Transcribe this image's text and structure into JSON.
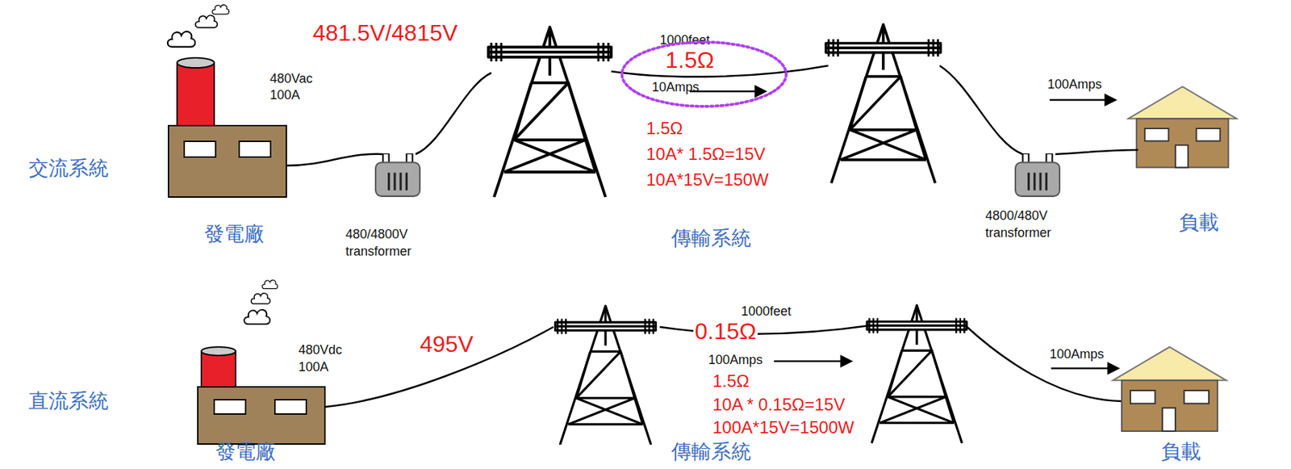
{
  "diagram": {
    "nodes": [
      {
        "text": [
          "1.5Ω",
          "10Amps"
        ]
      }
    ],
    "labels": [
      "481.5V/4815V",
      "480Vac",
      "100A",
      "1000feet",
      "1.5Ω",
      "10A* 1.5Ω=15V",
      "10A*15V=150W",
      "100Amps",
      "480/4800V",
      "transformer",
      "傳輸系統",
      "4800/480V",
      "transformer",
      "負載",
      "交流系統",
      "發電廠",
      "480Vdc",
      "100A",
      "495V",
      "1000feet",
      "0.15Ω",
      "100Amps",
      "1.5Ω",
      "10A * 0.15Ω=15V",
      "100A*15V=1500W",
      "傳輸系統",
      "100Amps",
      "直流系統",
      "發電廠",
      "負載"
    ]
  }
}
